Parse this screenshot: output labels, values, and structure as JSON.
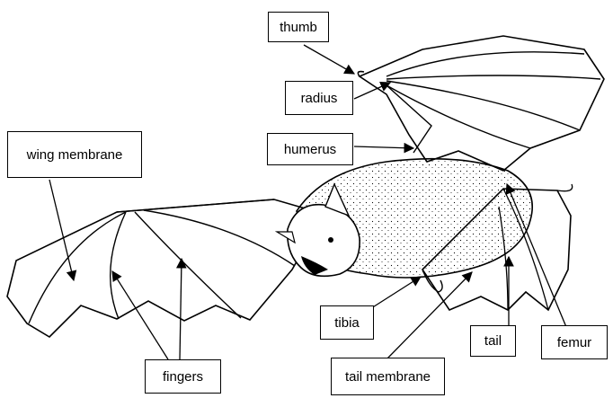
{
  "labels": {
    "thumb": "thumb",
    "radius": "radius",
    "humerus": "humerus",
    "wing_membrane": "wing membrane",
    "fingers": "fingers",
    "tibia": "tibia",
    "tail_membrane": "tail membrane",
    "tail": "tail",
    "femur": "femur"
  }
}
